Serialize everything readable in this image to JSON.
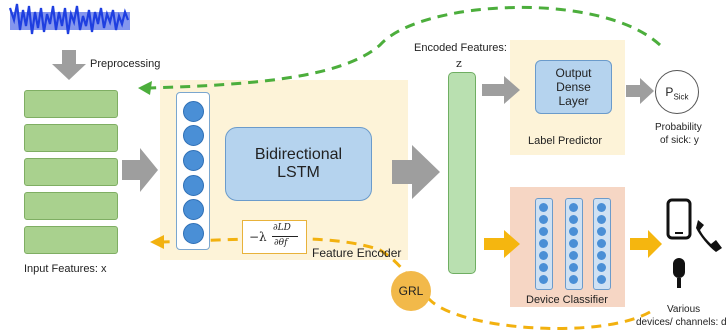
{
  "labels": {
    "preprocessing": "Preprocessing",
    "input_features": "Input Features: x",
    "bidirectional": "Bidirectional",
    "lstm": "LSTM",
    "feature_encoder": "Feature Encoder",
    "encoded_features": "Encoded Features:",
    "encoded_var": "z",
    "output_dense_1": "Output",
    "output_dense_2": "Dense",
    "output_dense_3": "Layer",
    "label_predictor": "Label Predictor",
    "p_sick": "P",
    "p_sick_sub": "Sick",
    "probability_1": "Probability",
    "probability_2": "of sick: y",
    "device_classifier": "Device Classifier",
    "grl": "GRL",
    "various_1": "Various",
    "various_2": "devices/ channels: d",
    "formula_prefix": "−λ",
    "formula_num": "∂LD",
    "formula_den": "∂θf"
  },
  "colors": {
    "input_bar": "#a9d18e",
    "encoder_panel": "#fdf3d8",
    "lstm_box": "#b5d3ee",
    "device_panel": "#f6d6c4",
    "dashed_green": "#4cae3c",
    "dashed_orange": "#f2b10f",
    "gray_arrow": "#9e9e9e",
    "orange_arrow": "#f5b60f",
    "waveform": "#1f3fe0"
  }
}
